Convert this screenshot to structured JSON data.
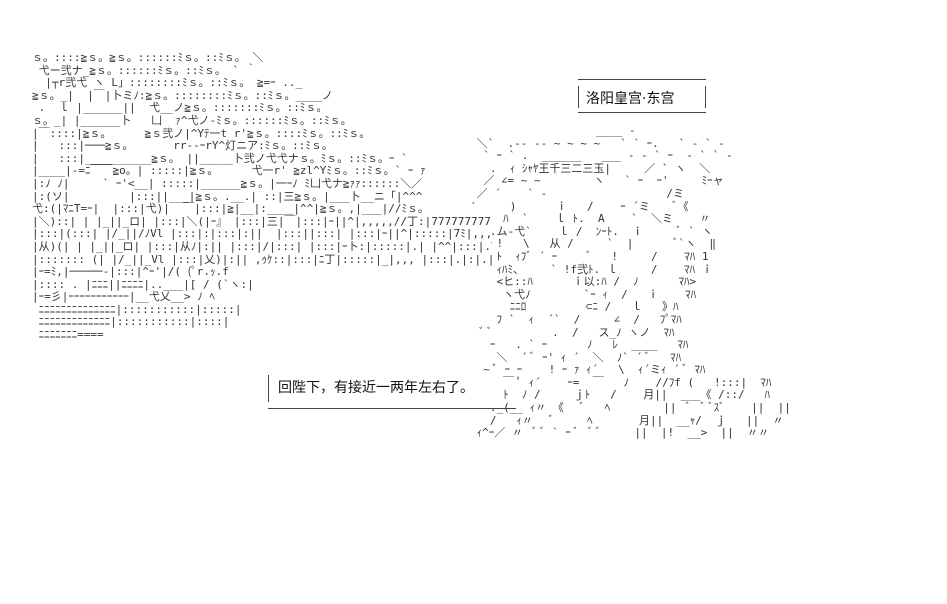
{
  "location_label": "洛阳皇宫·东宫",
  "dialogue": "回陛下，有接近一两年左右了。",
  "art_left": "ｓ。::::≧ｓ。≧ｓ。::::::ﾐｓ。::ﾐｓ。 ＼\n 弋ー弐ナ_≧ｓ。::::::ﾐｓ。::ﾐｓ。 ` ｀\n  |┬r弐弋 ヽ L」::::::::ﾐｓ。::ﾐｓ。 ≧=ｰ .._\n≧ｓ。_|  |￣|卜ミﾉ:≧ｓ。::::::::ﾐｓ。::ﾐｓ。____ノ\n .  ｌ |______||  弋__ノ≧ｓ。:::::::ﾐｓ。::ﾐｓ。\nｓ。_| |______卜   凵  ｧ^弋ノ-ﾐｓ。::::::ﾐｓ。::ﾐｓ。\n|￣::::|≧ｓ。     ≧ｓ弐ノ|^Yﾃ一t r'≧ｓ。::::ﾐｓ。::ﾐｓ。\n|   :::|───≧ｓ。      rr--ｰrY^灯ニア:ﾐｓ。::ﾐｓ。\n|   :::|__________≧ｓ。 ||_____卜弐ノ弋弋ナｓ。ﾐｓ。::ﾐｓ。ｰ ` \n|____|-=ﾆ￣￣≧o。| :::::|≧ｓ。     弋一r' ≧zl^Yﾐｓ。::ﾐｓ。` ｰ ｧ\n|:ﾉ ﾉ|     ` ｰ'<__| :::::|______≧ｓ。|一ｰﾉ ﾐ凵弋ナ≧ｧｧ::::::＼／\n|:(ソ|         |:::||___|≧ｓ。.__.| ::|三≧ｓ。|___卜__ニ「|^^^\n弋:(|ﾏﾆT=ｰ|  |:::|弋)|  ￣|:::|≧|__|:____|^^|≧ｓ。,|___|//ﾐｓ。\n|＼)::| | |_||_ロ| |:::|＼(|ｰ』 |:::|三|￣|:::|ｰ||^|,,,,,//丁:|777777777\n|:::|(:::| |/_||/ﾉVl |:::|:|:::|:||  |:::||:::| |:::|ｰ||^|:::::|7ﾐ|,,,,|//////////\n|从)(| | |_||_ロ| |:::|从ﾉ|:|| |:::|/|:::| |:::|ｰ卜:|:::::|.| |^^|:::|.TT--TT--\n|::::::: (| |/_||_Vl |:::|乂)|:|| ,ｩｹ::|:::|ﾆ丁|:::::|_|,,, |:::|.|:|.|.|,,,,,,|:|.,,,,,,\n|ｰ=ﾐ,|─────-|:::|^ｰ'|/( (ﾟr.ｯ.f\n|:::: . |ﾆﾆﾆ||ﾆﾆﾆﾆ|..___|[ / (`ヽ:|\n|ｰ=彡|ｰｰｰｰｰｰｰｰｰｰｰ|__弋乂__> ﾉ ﾍ\n ﾆﾆﾆﾆﾆﾆﾆﾆﾆﾆﾆﾆﾆﾆ|:::::::::::|:::::|\n ﾆﾆﾆﾆﾆﾆﾆﾆﾆﾆﾆﾆﾆ|:::::::::::|::::|\n ﾆﾆﾆﾆﾆﾆﾆ====",
  "art_right": "                   ____ -\n ＼`  .-- -- ~ ~ ~ ~   ` ` ｰ.   ` - ` -\n  ` ｰ ` .  ______   ___ - ‐ ` ｰ  - ` ` ‐\n   .  ｨ ｼｬﾔ王千三二三玉|     ／ ` ヽ  ＼\n  ／ ∠= ~ ~        ヽ   ` ｰ  ｰ'     ﾐｰャ\n ／ ´    ` ‐                  /ミ\n′     )      ｉ   /    ｰ ´ミ    ﾞ《\n     ﾊ  `    ｌ ﾄ.  A    `  ＼ミ    〃\n   .ム-弋`    ｌ /  ﾝｰﾄ.  ｉ     ﾞ ` ヽ\n    !   \\   从 /     `  |      ﾞ`ヽ  ‖\n    ﾄ  ｨﾌﾞ ´ ｰ     ﾞ   !     /    ﾏﾊ 1\n    ｨﾊﾐ、    ` !f弐ﾄ. ｌ     /    ﾏﾊ ｉ\n    <ヒ::ﾊ      ｉ以:ﾊ /  ﾉ      ﾏﾊ>\n     ヽ弋ﾉ        `ｰ ｨ  /   ｉ    ﾏﾊ\n      ﾆﾆﾛ         ⊂ﾆ /   ｌ   》ﾊ\n    ﾌ `  ｨ  ´`  /     ∠  /   ﾌﾟﾏﾊ\n  ﾞ ﾞ         .  /   ス_ﾉ ヽノ  ﾏﾊ\n   ｰ   . ` ｰ      ﾉ   ﾚ  ____   ﾏﾊ\n    ＼  ´ ﾞ ｰ' ｨ ´  ＼  ﾉ` ´ ﾞ   ﾏﾊ\n  ~ ﾞ ｰ ｰ    ! ｰ ｧ ｨ´   \\  ｨ´ミｨ ´ ﾞ ﾏﾊ\n     ￣ ﾟ ｨ´    ｰ=  ￣   ﾉ    //ﾌf (   !:::|  ﾏﾊ\n     ﾄ  ﾉ /     ｊﾄ   /    月||  ___《 /::/   ﾊ\n   ._(__ ｨ〃 《   ﾞ   ﾍ        ||  ﾞ  ﾞ ﾞｽﾞ    ||  ||\n   /   ｨ〃   ﾞ     ﾍ       月||  __ｬ/  ｊ   ||  〃\n ｨ^ｰ／ 〃  ﾞ ﾞ ` ｰ ﾞ  ﾞ ﾞ     ||  |!  __>  ||  〃〃"
}
